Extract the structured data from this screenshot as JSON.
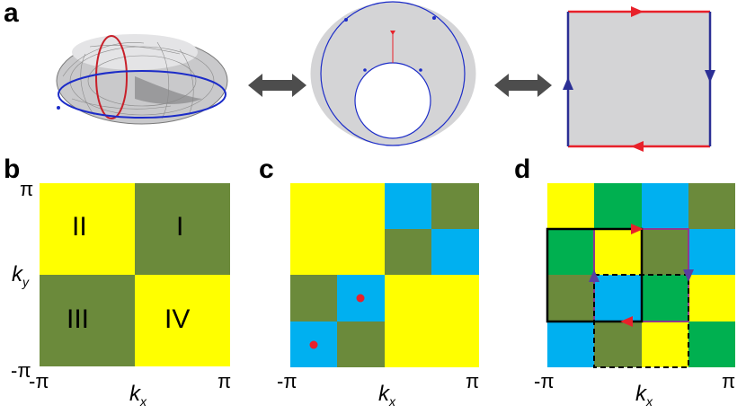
{
  "panels": {
    "a": "a",
    "b": "b",
    "c": "c",
    "d": "d"
  },
  "axes": {
    "pi": "π",
    "neg_pi": "-π",
    "kx": "k",
    "kx_sub": "x",
    "ky": "k",
    "ky_sub": "y"
  },
  "quadrants": {
    "I": "I",
    "II": "II",
    "III": "III",
    "IV": "IV"
  },
  "colors": {
    "yellow": "#ffff00",
    "olive": "#6b8a3b",
    "blue": "#00b0f0",
    "green": "#00b050",
    "red": "#e8212a",
    "navy": "#2b2f95",
    "purple": "#8e3a8f",
    "gray": "#d4d4d6",
    "arrow_gray": "#4d4d4d"
  },
  "icons": {
    "equivalence": "double-arrow-icon"
  }
}
